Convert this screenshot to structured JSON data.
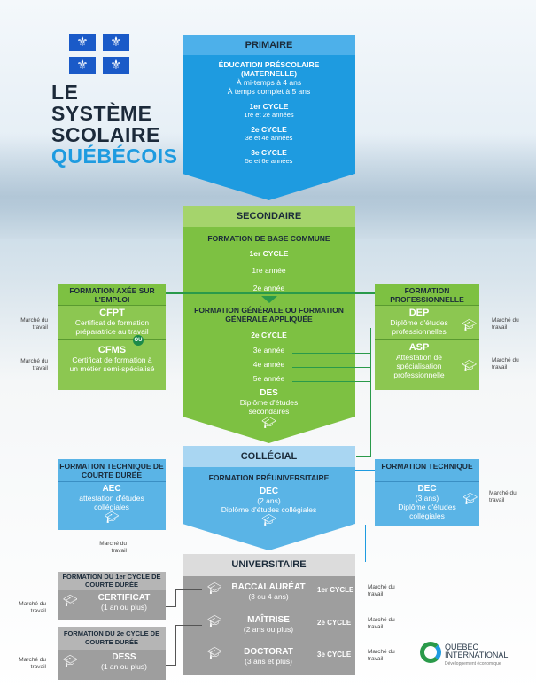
{
  "title": {
    "line1": "LE",
    "line2": "SYSTÈME",
    "line3": "SCOLAIRE",
    "line4": "QUÉBÉCOIS"
  },
  "flag_icon": "fleur-de-lis",
  "market_label": "Marché du travail",
  "colors": {
    "primaire": "#1e9be0",
    "secondaire": "#7dc142",
    "collegial": "#5ab4e6",
    "universitaire": "#9e9e9e"
  },
  "primaire": {
    "header": "PRIMAIRE",
    "prescolaire": "ÉDUCATION PRÉSCOLAIRE (MATERNELLE)",
    "mi_temps": "À mi-temps à 4 ans",
    "temps_complet": "À temps complet à 5 ans",
    "cycles": [
      {
        "title": "1er CYCLE",
        "years": "1re et 2e années"
      },
      {
        "title": "2e CYCLE",
        "years": "3e et 4e années"
      },
      {
        "title": "3e CYCLE",
        "years": "5e et 6e années"
      }
    ]
  },
  "secondaire": {
    "header": "SECONDAIRE",
    "base": "FORMATION DE BASE COMMUNE",
    "cycle1": "1er CYCLE",
    "y1": "1re année",
    "y2": "2e année",
    "generale": "FORMATION GÉNÉRALE OU FORMATION GÉNÉRALE APPLIQUÉE",
    "cycle2": "2e CYCLE",
    "y3": "3e année",
    "y4": "4e année",
    "y5": "5e année",
    "des": "DES",
    "des_desc": "Diplôme d'études secondaires"
  },
  "emploi": {
    "header": "FORMATION AXÉE SUR L'EMPLOI",
    "cfpt": "CFPT",
    "cfpt_desc": "Certificat de formation préparatrice au travail",
    "ou": "OU",
    "cfms": "CFMS",
    "cfms_desc": "Certificat de formation à un métier semi-spécialisé"
  },
  "pro": {
    "header": "FORMATION PROFESSIONNELLE",
    "dep": "DEP",
    "dep_desc": "Diplôme d'études professionnelles",
    "asp": "ASP",
    "asp_desc": "Attestation de spécialisation professionnelle"
  },
  "collegial": {
    "header": "COLLÉGIAL",
    "pre": "FORMATION PRÉUNIVERSITAIRE",
    "dec": "DEC",
    "dec_dur": "(2 ans)",
    "dec_desc": "Diplôme d'études collégiales"
  },
  "tech_courte": {
    "header": "FORMATION TECHNIQUE DE COURTE DURÉE",
    "aec": "AEC",
    "aec_desc": "attestation d'études collégiales"
  },
  "tech": {
    "header": "FORMATION TECHNIQUE",
    "dec": "DEC",
    "dur": "(3 ans)",
    "desc": "Diplôme d'études collégiales"
  },
  "universitaire": {
    "header": "UNIVERSITAIRE",
    "items": [
      {
        "name": "BACCALAURÉAT",
        "dur": "(3 ou 4 ans)",
        "cycle": "1er CYCLE"
      },
      {
        "name": "MAÎTRISE",
        "dur": "(2 ans ou plus)",
        "cycle": "2e CYCLE"
      },
      {
        "name": "DOCTORAT",
        "dur": "(3 ans et plus)",
        "cycle": "3e CYCLE"
      }
    ]
  },
  "court1": {
    "header": "FORMATION DU 1er CYCLE DE COURTE DURÉE",
    "name": "CERTIFICAT",
    "dur": "(1 an ou plus)"
  },
  "court2": {
    "header": "FORMATION DU 2e CYCLE DE COURTE DURÉE",
    "name": "DESS",
    "dur": "(1 an ou plus)"
  },
  "logo": {
    "line1": "QUÉBEC",
    "line2": "INTERNATIONAL",
    "line3": "Développement économique"
  }
}
